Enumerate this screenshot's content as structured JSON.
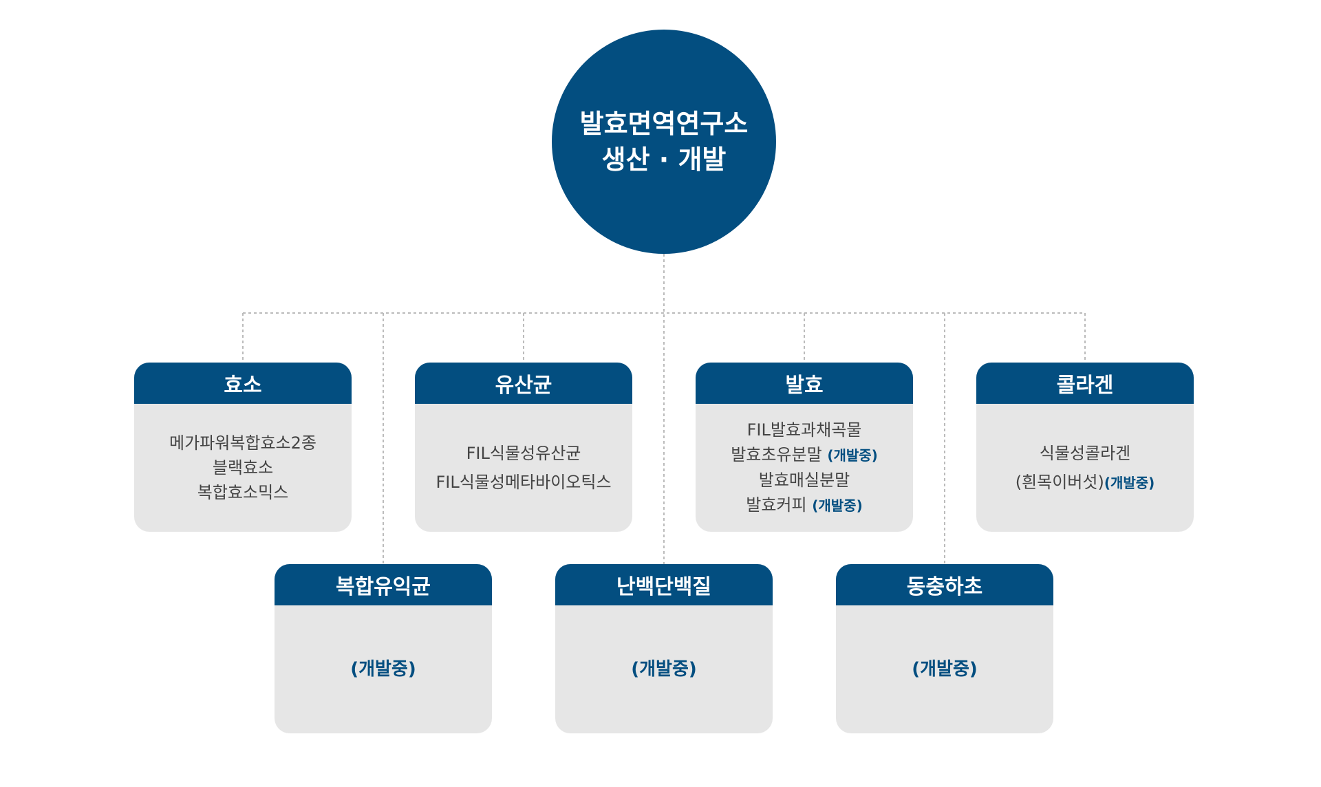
{
  "root": {
    "line1": "발효면역연구소",
    "line2": "생산 · 개발"
  },
  "colors": {
    "primary": "#034e80",
    "box_bg": "#e6e6e6",
    "connector": "#bbbbbb",
    "text": "#444444"
  },
  "top_row": [
    {
      "title": "효소",
      "items": [
        "메가파워복합효소2종",
        "블랙효소",
        "복합효소믹스"
      ]
    },
    {
      "title": "유산균",
      "items": [
        "FIL식물성유산균",
        "FIL식물성메타바이오틱스"
      ]
    },
    {
      "title": "발효",
      "items": [
        "FIL발효과채곡물",
        "발효초유분말",
        "발효매실분말",
        "발효커피"
      ],
      "dev_tag": "(개발중)"
    },
    {
      "title": "콜라겐",
      "items": [
        "식물성콜라겐",
        "(흰목이버섯)"
      ],
      "dev_tag": "(개발중)"
    }
  ],
  "bottom_row": [
    {
      "title": "복합유익균",
      "status": "(개발중)"
    },
    {
      "title": "난백단백질",
      "status": "(개발중)"
    },
    {
      "title": "동충하초",
      "status": "(개발중)"
    }
  ]
}
